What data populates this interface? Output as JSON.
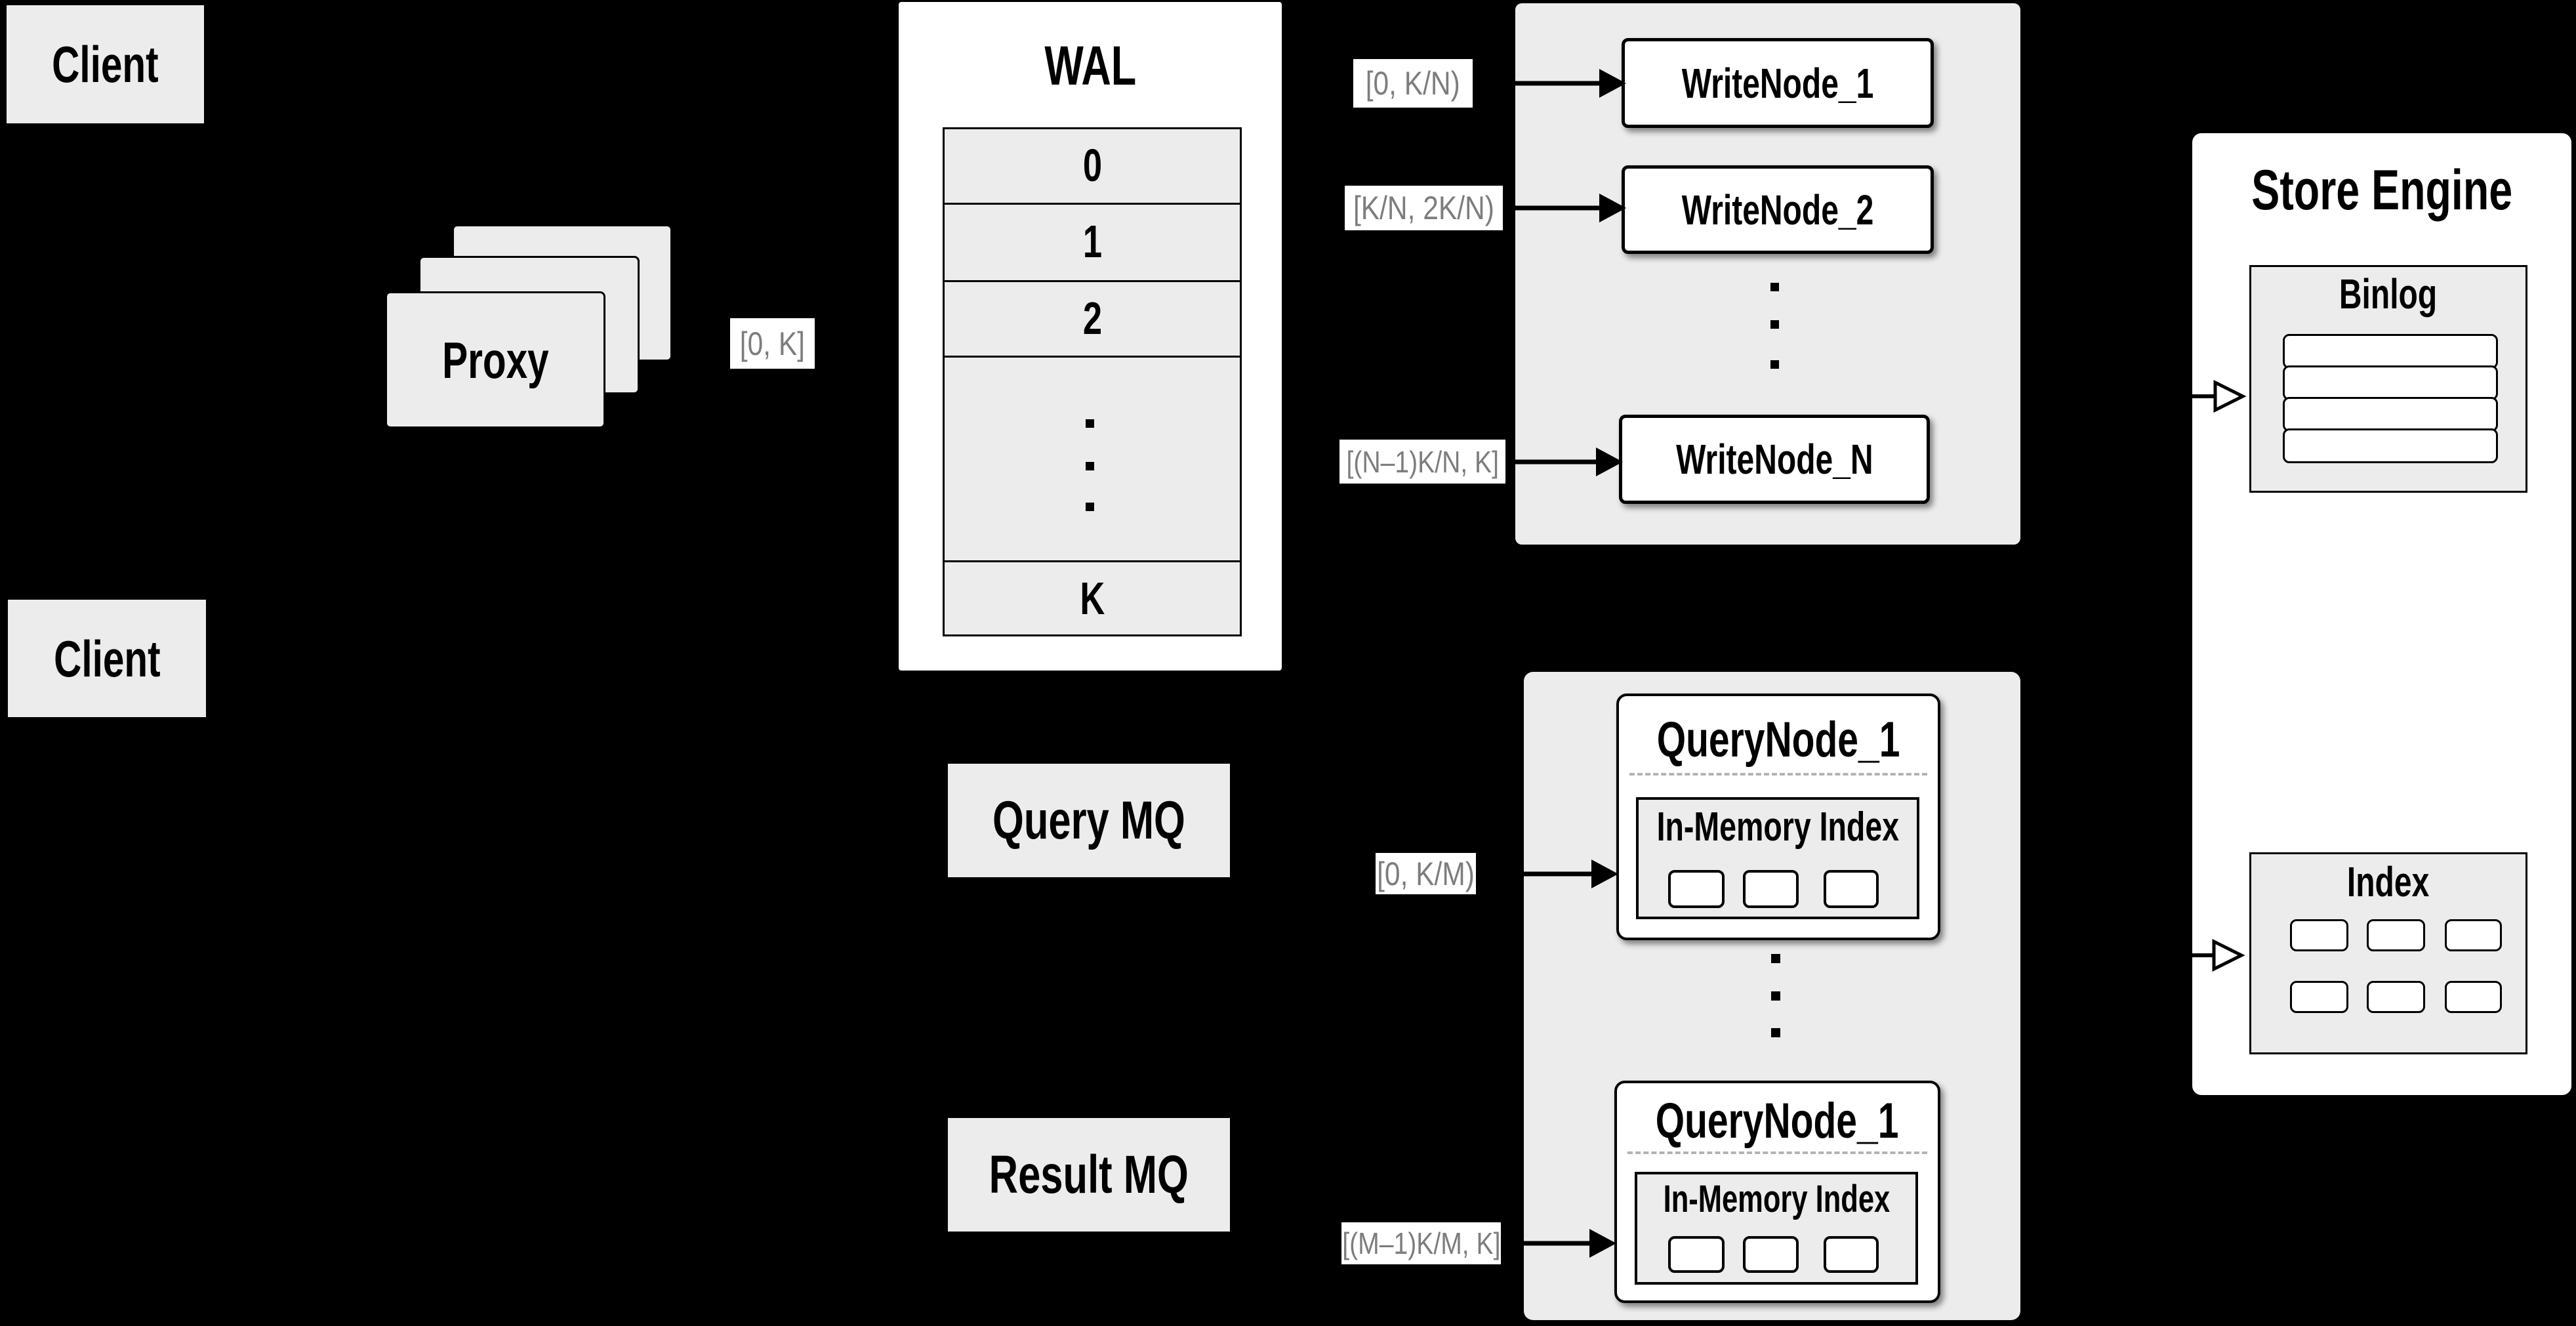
{
  "background": "#000000",
  "colors": {
    "container_fill": "#ececec",
    "node_fill": "#ffffff",
    "border": "#000000",
    "range_label_text": "#7d7d7d"
  },
  "clients": {
    "top_label": "Client",
    "bottom_label": "Client"
  },
  "proxy": {
    "label": "Proxy"
  },
  "ranges": {
    "proxy_out": "[0, K]",
    "write_node_1": "[0, K/N)",
    "write_node_2": "[K/N, 2K/N)",
    "write_node_n": "[(N–1)K/N, K]",
    "query_node_1": "[0, K/M)",
    "query_node_m": "[(M–1)K/M, K]"
  },
  "wal": {
    "title": "WAL",
    "rows": [
      "0",
      "1",
      "2",
      "K"
    ]
  },
  "write_nodes": {
    "node_1": "WriteNode_1",
    "node_2": "WriteNode_2",
    "node_n": "WriteNode_N"
  },
  "mq": {
    "query": "Query MQ",
    "result": "Result MQ"
  },
  "query_nodes": {
    "node_1": {
      "title": "QueryNode_1",
      "index_label": "In-Memory Index"
    },
    "node_2": {
      "title": "QueryNode_1",
      "index_label": "In-Memory Index"
    }
  },
  "store_engine": {
    "title": "Store Engine",
    "binlog_title": "Binlog",
    "index_title": "Index"
  }
}
